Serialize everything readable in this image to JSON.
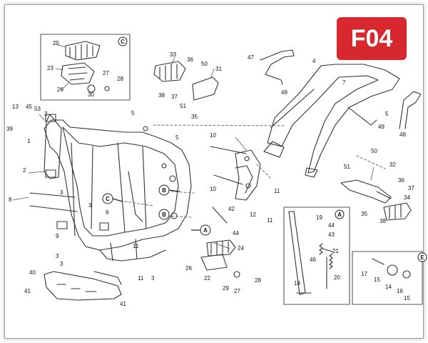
{
  "header": {
    "code": "F04"
  },
  "callouts": [
    "A",
    "B",
    "B",
    "C",
    "C",
    "A"
  ],
  "inset_letters": [
    "C",
    "A",
    "E"
  ],
  "part_numbers": {
    "n1": "1",
    "n2a": "2",
    "n2b": "2",
    "n3a": "3",
    "n3b": "3",
    "n3c": "3",
    "n3d": "3",
    "n4": "4",
    "n5a": "5",
    "n5b": "5",
    "n7": "7",
    "n8": "8",
    "n9a": "9",
    "n9b": "9",
    "n10a": "10",
    "n10b": "10",
    "n11a": "11",
    "n11b": "11",
    "n11c": "11",
    "n11d": "11",
    "n12": "12",
    "n13": "13",
    "n14": "14",
    "n15a": "15",
    "n15b": "15",
    "n16": "16",
    "n17": "17",
    "n18": "18",
    "n19": "19",
    "n20": "20",
    "n21": "21",
    "n22": "22",
    "n23": "23",
    "n24": "24",
    "n25": "25",
    "n26a": "26",
    "n26b": "26",
    "n27a": "27",
    "n27b": "27",
    "n28a": "28",
    "n28b": "28",
    "n29": "29",
    "n30": "30",
    "n31": "31",
    "n32": "32",
    "n33": "33",
    "n34": "34",
    "n35a": "35",
    "n35b": "35",
    "n36a": "36",
    "n36b": "36",
    "n37a": "37",
    "n37b": "37",
    "n38a": "38",
    "n38b": "38",
    "n39": "39",
    "n40": "40",
    "n41a": "41",
    "n41b": "41",
    "n42": "42",
    "n43": "43",
    "n44a": "44",
    "n44b": "44",
    "n45": "45",
    "n46": "46",
    "n47": "47",
    "n48": "48",
    "n49a": "49",
    "n49b": "49",
    "n50a": "50",
    "n50b": "50",
    "n51a": "51",
    "n51b": "51",
    "n53": "53"
  }
}
